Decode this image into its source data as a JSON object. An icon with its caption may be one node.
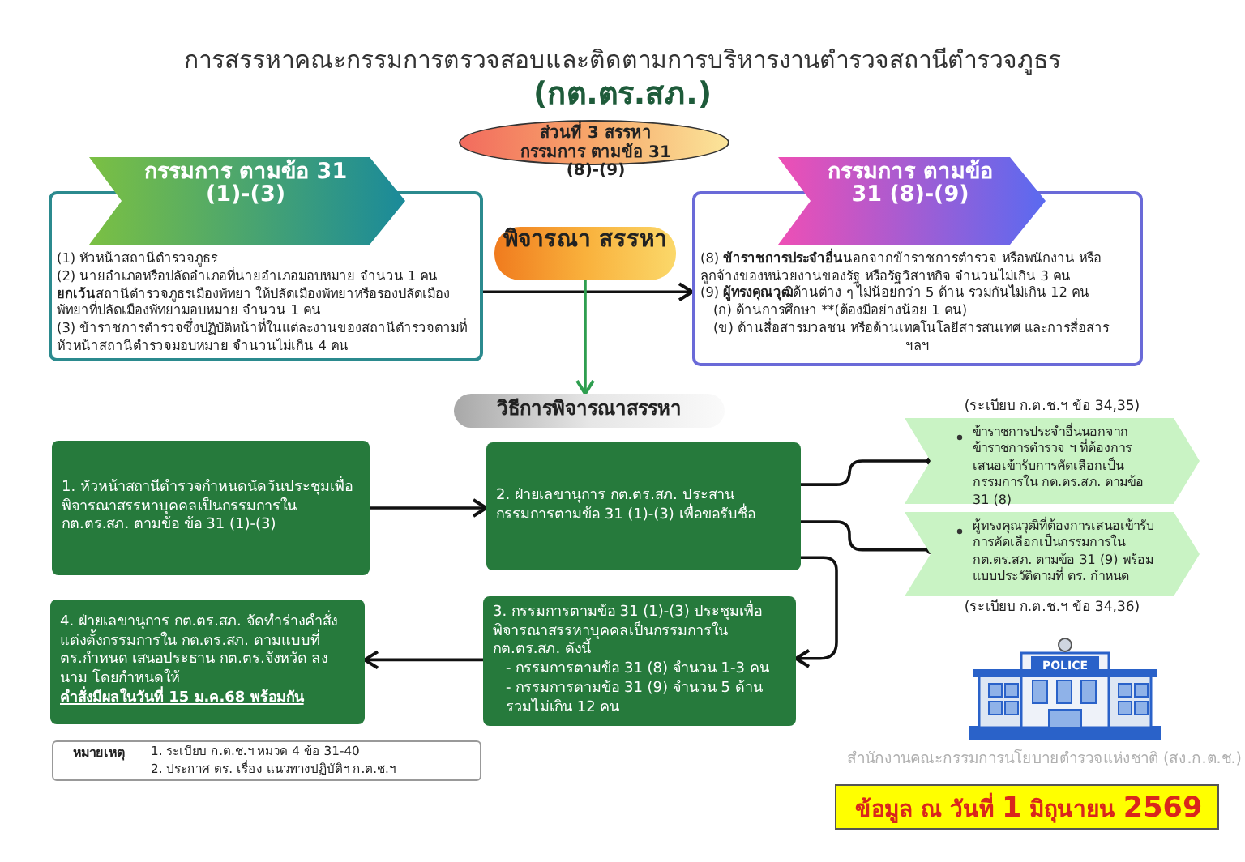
{
  "diagram": {
    "title": "การสรรหาคณะกรรมการตรวจสอบและติดตามการบริหารงานตำรวจสถานีตำรวจภูธร",
    "nodes": [
      {
        "text": [
          "ส่วนที่ 3 สรรหากรรมการ ตามข้อ 31 (8)-(9)"
        ]
      },
      {
        "text": [
          "กรรมการ ตามข้อ 31 (1)-(3)",
          "(1) หัวหน้าสถานีตำรวจภูธร",
          "(2) นายอำเภอหรือปลัดอำเภอที่นายอำเภอมอบหมาย จำนวน 1 คน **ยกเว้น**สถานีตำรวจภูธรเมืองพัทยา ให้ปลัดเมืองพัทยาหรือรองปลัดเมืองพัทยาที่ปลัดเมืองพัทยามอบหมาย จำนวน 1 คน",
          "(3) ข้าราชการตำรวจซึ่งปฏิบัติหน้าที่ในแต่ละงานของสถานีตำรวจตามที่หัวหน้าสถานีตำรวจมอบหมาย จำนวนไม่เกิน 4 คน"
        ]
      },
      {
        "text": [
          "พิจารณา สรรหา"
        ]
      },
      {
        "text": [
          "กรรมการ ตามข้อ 31 (8)-(9)",
          "(8) **ข้าราชการประจำอื่น**นอกจากข้าราชการตำรวจ หรือพนักงาน หรือลูกจ้างของหน่วยงานของรัฐ หรือรัฐวิสาหกิจ จำนวนไม่เกิน 3 คน",
          "(9) **ผู้ทรงคุณวุฒิ**ด้านต่าง ๆ ไม่น้อยกว่า 5 ด้าน รวมกันไม่เกิน 12 คน",
          "(ก) ด้านการศึกษา **(ต้องมีอย่างน้อย 1 คน)",
          "(ข) ด้านสื่อสารมวลชน หรือด้านเทคโนโลยีสารสนเทศ และการสื่อสาร",
          "ฯลฯ"
        ]
      },
      {
        "text": [
          "วิธีการพิจารณาสรรหา"
        ]
      },
      {
        "text": [
          "1. หัวหน้าสถานีตำรวจกำหนดนัดวันประชุมเพื่อพิจารณาสรรหาบุคคลเป็นกรรมการใน กต.ตร.สภ. ตามข้อ ข้อ 31 (1)-(3)"
        ]
      },
      {
        "text": [
          "2. ฝ่ายเลขานุการ กต.ตร.สภ. ประสานกรรมการตามข้อ 31 (1)-(3) เพื่อขอรับชื่อ"
        ]
      },
      {
        "text": [
          "3. กรรมการตามข้อ 31 (1)-(3) ประชุมเพื่อพิจารณาสรรหาบุคคลเป็นกรรมการใน กต.ตร.สภ. ดังนี้",
          "- กรรมการตามข้อ 31 (8) จำนวน 1-3 คน",
          "- กรรมการตามข้อ 31 (9) จำนวน 5 ด้าน รวมไม่เกิน 12 คน"
        ]
      },
      {
        "text": [
          "4. ฝ่ายเลขานุการ กต.ตร.สภ. จัดทำร่างคำสั่งแต่งตั้งกรรมการใน กต.ตร.สภ. ตามแบบที่ ตร.กำหนด เสนอประธาน กต.ตร.จังหวัด ลงนาม โดยกำหนดให้",
          "คำสั่งมีผลในวันที่ 15 ม.ค.68 พร้อมกัน"
        ]
      },
      {
        "text": [
          "ข้าราชการประจำอื่นนอกจากข้าราชการตำรวจ ฯ ที่ต้องการเสนอเข้ารับการคัดเลือกเป็นกรรมการใน กต.ตร.สภ. ตามข้อ 31 (8)"
        ],
        "beside": [
          "(ระเบียบ ก.ต.ช.ฯ ข้อ 34,35)"
        ]
      },
      {
        "text": [
          "ผู้ทรงคุณวุฒิที่ต้องการเสนอเข้ารับการคัดเลือกเป็นกรรมการใน กต.ตร.สภ. ตามข้อ 31 (9) พร้อมแบบประวัติตามที่ ตร. กำหนด"
        ],
        "beside": [
          "(ระเบียบ ก.ต.ช.ฯ ข้อ 34,36)"
        ]
      },
      {
        "text": [
          "หมายเหตุ",
          "1. ระเบียบ ก.ต.ช.ฯ หมวด 4 ข้อ 31-40",
          "2. ประกาศ ตร. เรื่อง แนวทางปฏิบัติฯ ก.ต.ช.ฯ"
        ]
      },
      {
        "text": [
          "ข้อมูล ณ วันที่ **1** มิถุนายน **2569**"
        ]
      }
    ],
    "edges": [
      {
        "from": 1,
        "to": 3,
        "arrow": "to"
      },
      {
        "from": 2,
        "to": 4,
        "arrow": "to",
        "color": "#2e9e4f"
      },
      {
        "from": 5,
        "to": 6,
        "arrow": "to"
      },
      {
        "from": 6,
        "to": 9,
        "arrow": "other"
      },
      {
        "from": 6,
        "to": 10,
        "arrow": "other"
      },
      {
        "from": 6,
        "to": 7,
        "arrow": "to"
      },
      {
        "from": 7,
        "to": 8,
        "arrow": "to"
      }
    ],
    "labels": [
      "(กต.ตร.สภ.)",
      "POLICE",
      "สำนักงานคณะกรรมการนโยบายตำรวจแห่งชาติ (สง.ก.ต.ช.)"
    ]
  }
}
